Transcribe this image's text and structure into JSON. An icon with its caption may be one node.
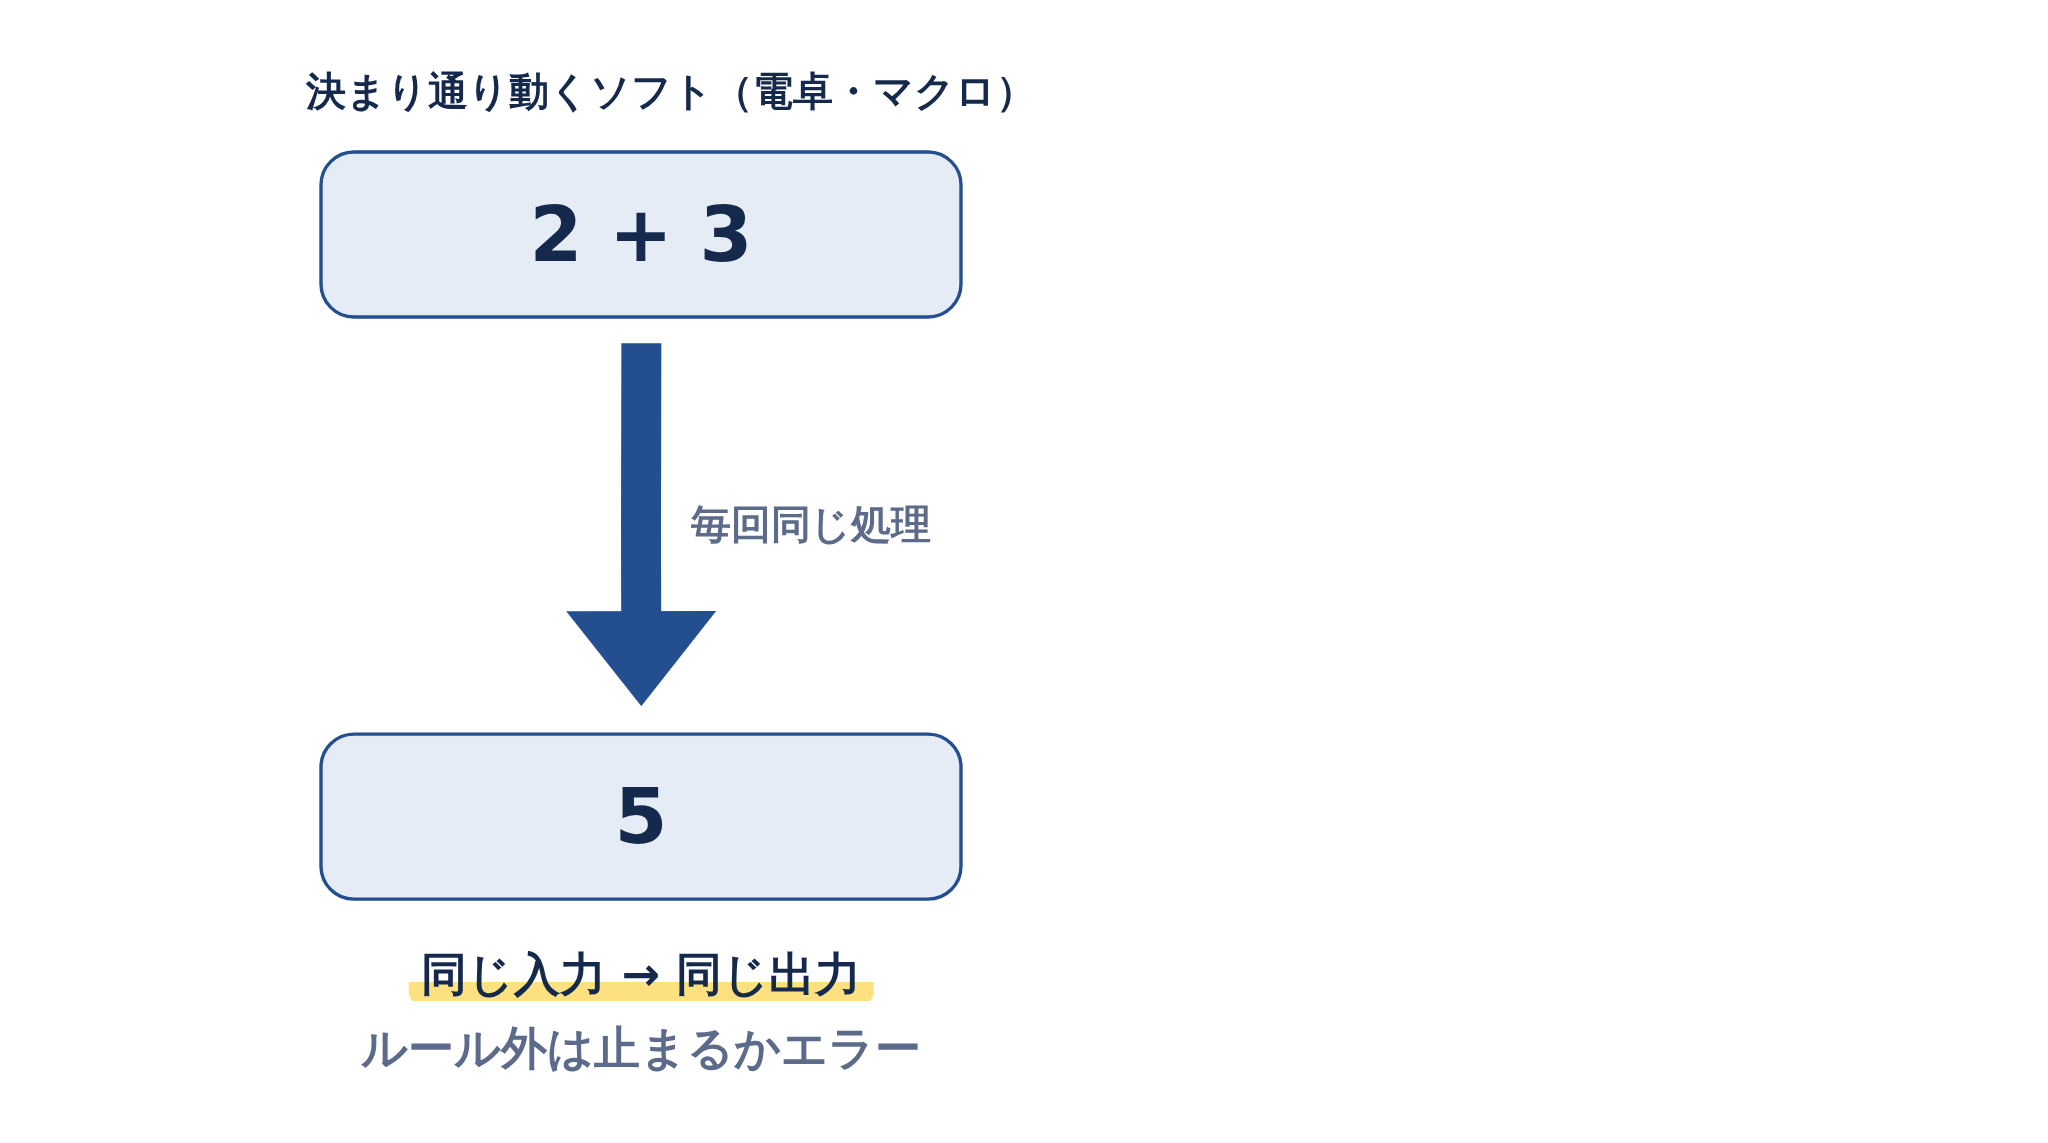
{
  "diagram": {
    "title": "決まり通り動くソフト（電卓・マクロ）",
    "nodes": [
      {
        "text": [
          "2 + 3"
        ]
      },
      {
        "text": [
          "5"
        ]
      }
    ],
    "edges": [
      {
        "from": 0,
        "to": 1,
        "arrow": "to",
        "label": "毎回同じ処理"
      }
    ],
    "labels": [
      "同じ入力 → 同じ出力",
      "ルール外は止まるかエラー"
    ]
  }
}
